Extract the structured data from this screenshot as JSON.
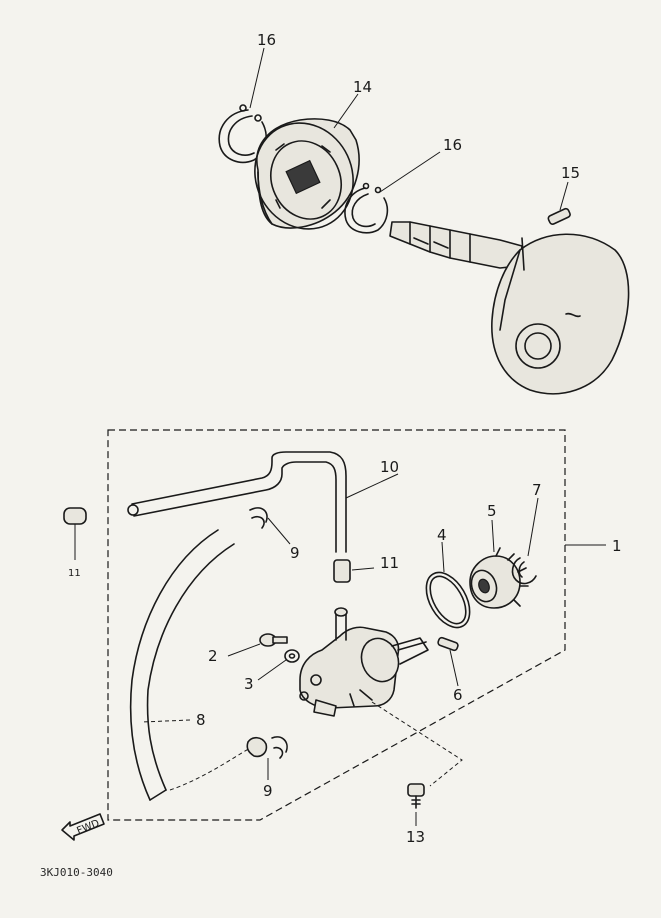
{
  "parts": {
    "p1": "1",
    "p2": "2",
    "p3": "3",
    "p4": "4",
    "p5": "5",
    "p6": "6",
    "p7": "7",
    "p8": "8",
    "p9a": "9",
    "p9b": "9",
    "p10": "10",
    "p11a": "11",
    "p11b": "11",
    "p13": "13",
    "p14": "14",
    "p15": "15",
    "p16a": "16",
    "p16b": "16"
  },
  "direction_marker": "FWD",
  "diagram_code": "3KJ010-3040"
}
